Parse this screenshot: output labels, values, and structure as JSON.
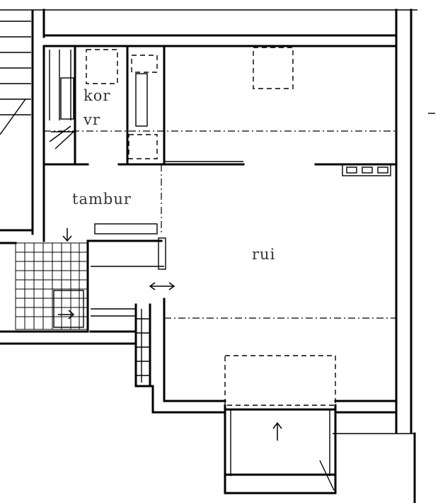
{
  "rooms": {
    "kitchen_line1": "kor",
    "kitchen_line2": "vr",
    "vestibule": "tambur",
    "living": "rui"
  }
}
